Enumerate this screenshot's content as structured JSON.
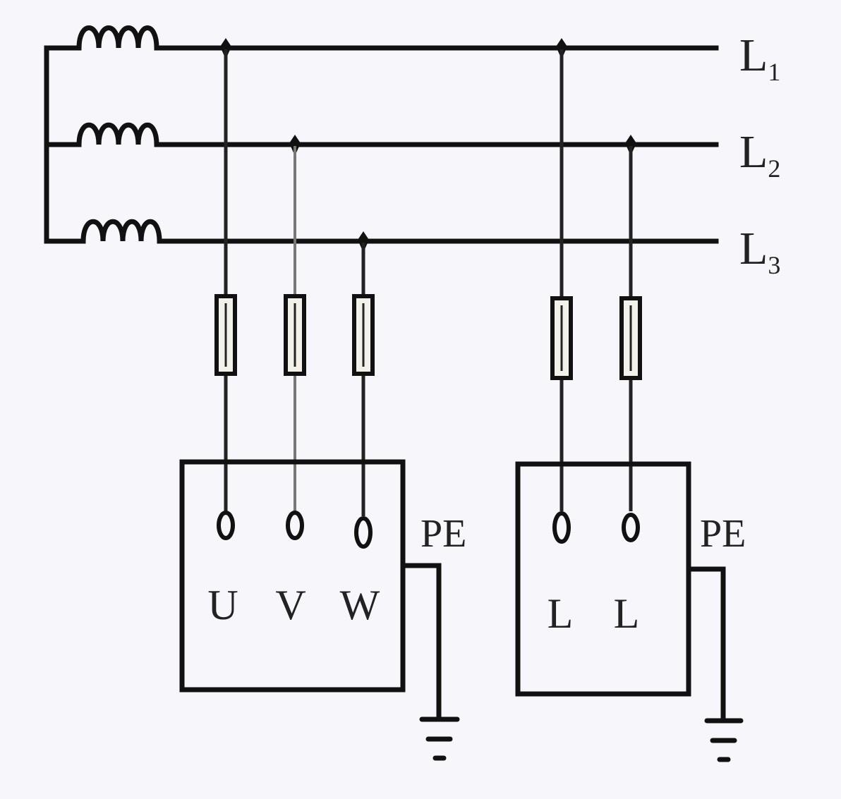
{
  "lines": [
    {
      "letter": "L",
      "sub": "1"
    },
    {
      "letter": "L",
      "sub": "2"
    },
    {
      "letter": "L",
      "sub": "3"
    }
  ],
  "load_three_phase": {
    "terminals": [
      "U",
      "V",
      "W"
    ],
    "pe": "PE"
  },
  "load_single_phase": {
    "terminals": [
      "L",
      "L"
    ],
    "pe": "PE"
  }
}
